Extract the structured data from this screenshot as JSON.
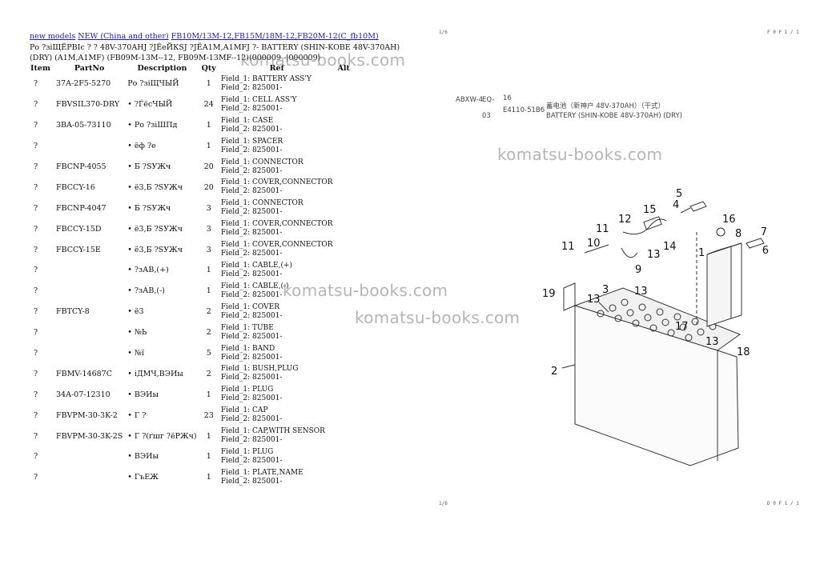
{
  "breadcrumb": {
    "links": [
      "new models",
      "NEW (China and other)",
      "FB10M/13M-12,FB15M/18M-12,FB20M-12(C_fb10M)"
    ]
  },
  "title": {
    "line1": "Ро ?зіЩЁРВІс ? ? 48V-370AHЈ ?ЈЁеЙКЅЈ ?ЈЁА1М,А1МFЈ ?- BATTERY (SHIN-KOBE 48V-370AH)",
    "line2": "(DRY) (A1M,A1MF) (FB09M-13M--12, FB09M-13MF--12)(000009 -|000009)"
  },
  "table": {
    "headers": [
      "Item",
      "PartNo",
      "Description",
      "Qty",
      "Ref",
      "Alt"
    ],
    "rows": [
      {
        "item": "?",
        "part": "37A-2F5-5270",
        "desc": "Ро ?зіЩЧЫЙ",
        "qty": "1",
        "f1": "Field_1: BATTERY ASS'Y",
        "f2": "Field_2: 825001-"
      },
      {
        "item": "?",
        "part": "FBVSIL370-DRY",
        "desc": "• ?ЃёсЧЫЙ",
        "qty": "24",
        "f1": "Field_1: CELL ASS'Y",
        "f2": "Field_2: 825001-"
      },
      {
        "item": "?",
        "part": "3BA-05-73110",
        "desc": "• Ро ?зіШПд",
        "qty": "1",
        "f1": "Field_1: CASE",
        "f2": "Field_2: 825001-"
      },
      {
        "item": "?",
        "part": "",
        "desc": "• ёф ?е",
        "qty": "1",
        "f1": "Field_1: SPACER",
        "f2": "Field_2: 825001-"
      },
      {
        "item": "?",
        "part": "FBCNP-4055",
        "desc": "• Б ?SУЖч",
        "qty": "20",
        "f1": "Field_1: CONNECTOR",
        "f2": "Field_2: 825001-"
      },
      {
        "item": "?",
        "part": "FBCCY-16",
        "desc": "• ё3,Б ?SУЖч",
        "qty": "20",
        "f1": "Field_1: COVER,CONNECTOR",
        "f2": "Field_2: 825001-"
      },
      {
        "item": "?",
        "part": "FBCNP-4047",
        "desc": "• Б ?SУЖч",
        "qty": "3",
        "f1": "Field_1: CONNECTOR",
        "f2": "Field_2: 825001-"
      },
      {
        "item": "?",
        "part": "FBCCY-15D",
        "desc": "• ё3,Б ?SУЖч",
        "qty": "3",
        "f1": "Field_1: COVER,CONNECTOR",
        "f2": "Field_2: 825001-"
      },
      {
        "item": "?",
        "part": "FBCCY-15E",
        "desc": "• ё3,Б ?SУЖч",
        "qty": "3",
        "f1": "Field_1: COVER,CONNECTOR",
        "f2": "Field_2: 825001-"
      },
      {
        "item": "?",
        "part": "",
        "desc": "• ?зАВ,(+)",
        "qty": "1",
        "f1": "Field_1: CABLE,(+)",
        "f2": "Field_2: 825001-"
      },
      {
        "item": "?",
        "part": "",
        "desc": "• ?зАВ,(-)",
        "qty": "1",
        "f1": "Field_1: CABLE,(-)",
        "f2": "Field_2: 825001-"
      },
      {
        "item": "?",
        "part": "FBTCY-8",
        "desc": "• ё3",
        "qty": "2",
        "f1": "Field_1: COVER",
        "f2": "Field_2: 825001-"
      },
      {
        "item": "?",
        "part": "",
        "desc": "• №Ь",
        "qty": "2",
        "f1": "Field_1: TUBE",
        "f2": "Field_2: 825001-"
      },
      {
        "item": "?",
        "part": "",
        "desc": "• №ї",
        "qty": "5",
        "f1": "Field_1: BAND",
        "f2": "Field_2: 825001-"
      },
      {
        "item": "?",
        "part": "FBMV-14687C",
        "desc": "• іДМЧ,ВЭИы",
        "qty": "2",
        "f1": "Field_1: BUSH,PLUG",
        "f2": "Field_2: 825001-"
      },
      {
        "item": "?",
        "part": "34A-07-12310",
        "desc": "• ВЭИы",
        "qty": "1",
        "f1": "Field_1: PLUG",
        "f2": "Field_2: 825001-"
      },
      {
        "item": "?",
        "part": "FBVPM-30-3K-2",
        "desc": "• Г ?",
        "qty": "23",
        "f1": "Field_1: CAP",
        "f2": "Field_2: 825001-"
      },
      {
        "item": "?",
        "part": "FBVPM-30-3K-2S",
        "desc": "• Г ?(ґшг ?ёРЖч)",
        "qty": "1",
        "f1": "Field_1: CAP,WITH SENSOR",
        "f2": "Field_2: 825001-"
      },
      {
        "item": "?",
        "part": "",
        "desc": "• ВЭИы",
        "qty": "1",
        "f1": "Field_1: PLUG",
        "f2": "Field_2: 825001-"
      },
      {
        "item": "?",
        "part": "",
        "desc": "• ГъЕЖ",
        "qty": "1",
        "f1": "Field_1: PLATE,NAME",
        "f2": "Field_2: 825001-"
      }
    ]
  },
  "watermark": "komatsu-books.com",
  "diagram": {
    "code_left": "ABXW-4",
    "code_mid": "EQ-",
    "code_sub": "03",
    "fig": "16",
    "part": "E4110-51B6",
    "title_cn": "蓄电池（新神户 48V-370AH）（干式）",
    "title_en": "BATTERY (SHIN-KOBE 48V-370AH) (DRY)",
    "callouts": [
      "1",
      "2",
      "3",
      "4",
      "5",
      "6",
      "7",
      "8",
      "9",
      "10",
      "11",
      "11",
      "12",
      "13",
      "13",
      "13",
      "13",
      "14",
      "15",
      "16",
      "17",
      "18",
      "19"
    ]
  },
  "corners": {
    "tl": "1/6",
    "tr": "F 0 F 1 / 1",
    "bl": "1/6",
    "br": "D 0 F 1 / 1"
  }
}
